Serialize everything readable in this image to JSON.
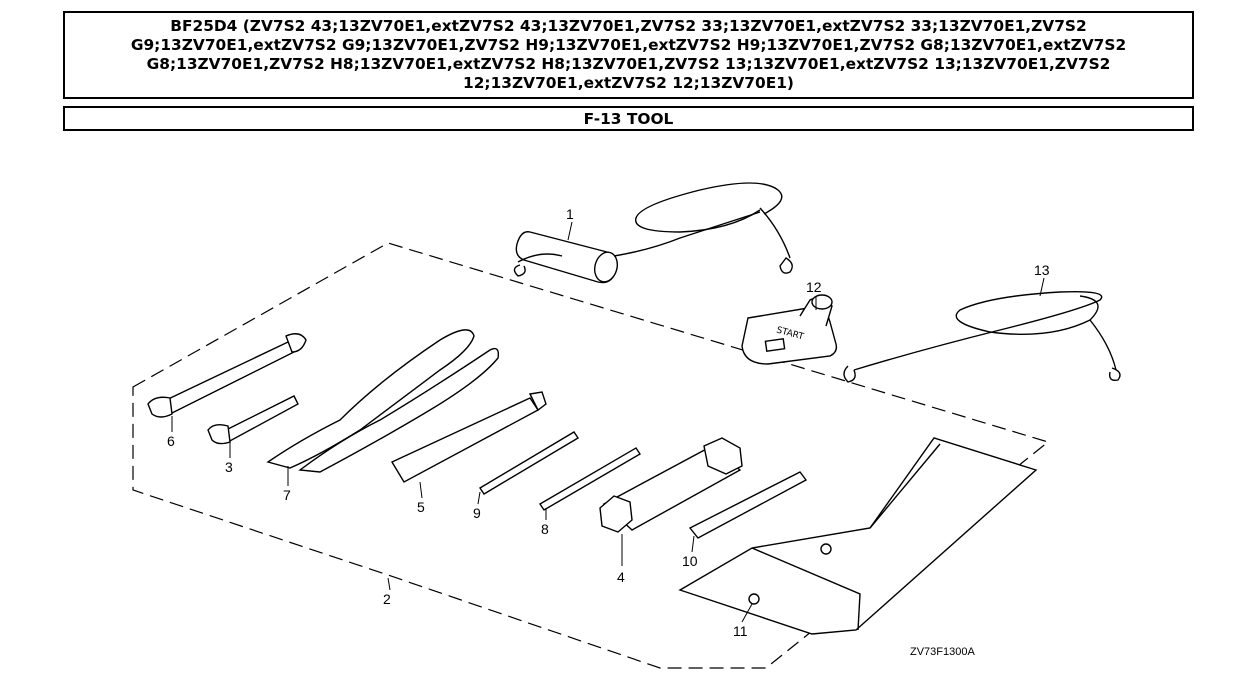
{
  "header": {
    "title_lines": [
      "BF25D4 (ZV7S2 43;13ZV70E1,extZV7S2 43;13ZV70E1,ZV7S2 33;13ZV70E1,extZV7S2 33;13ZV70E1,ZV7S2",
      "G9;13ZV70E1,extZV7S2 G9;13ZV70E1,ZV7S2 H9;13ZV70E1,extZV7S2 H9;13ZV70E1,ZV7S2 G8;13ZV70E1,extZV7S2",
      "G8;13ZV70E1,ZV7S2 H8;13ZV70E1,extZV7S2 H8;13ZV70E1,ZV7S2 13;13ZV70E1,extZV7S2 13;13ZV70E1,ZV7S2",
      "12;13ZV70E1,extZV7S2 12;13ZV70E1)"
    ],
    "section": "F-13 TOOL"
  },
  "diagram": {
    "callouts": [
      "1",
      "2",
      "3",
      "4",
      "5",
      "6",
      "7",
      "8",
      "9",
      "10",
      "11",
      "12",
      "13"
    ],
    "drawing_code": "ZV73F1300A",
    "handle_text": "START"
  }
}
